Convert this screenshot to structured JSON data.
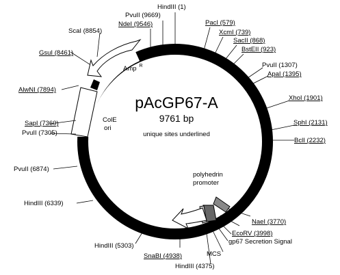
{
  "title": "pAcGP67-A",
  "size": "9761 bp",
  "note": "unique sites underlined",
  "features": {
    "amp": "Amp",
    "amp_sup": "R",
    "cole": "ColE",
    "ori": "ori",
    "polyhedrin1": "polyhedrin",
    "polyhedrin2": "promoter",
    "gp67": "gp67 Secretion Signal",
    "mcs": "MCS"
  },
  "sites": {
    "hindIII_1": "HindIII (1)",
    "pvuII_9669": "PvuII (9669)",
    "ndeI_9546": "NdeI (9546)",
    "scaI_8854": "ScaI (8854)",
    "gsuI_8461": "GsuI (8461)",
    "alwNI_7894": "AlwNI (7894)",
    "sapI_7360": "SapI (7360)",
    "pvuII_7305": "PvuII (7305)",
    "pvuII_6874": "PvuII (6874)",
    "hindIII_6339": "HindIII (6339)",
    "hindIII_5303": "HindIII (5303)",
    "snaBI_4938": "SnaBI (4938)",
    "hindIII_4375": "HindIII (4375)",
    "ecoRV_3998": "EcoRV (3998)",
    "naeI_3770": "NaeI (3770)",
    "bclI_2232": "BclI (2232)",
    "sphI_2131": "SphI (2131)",
    "xhoI_1901": "XhoI (1901)",
    "apaI_1395": "ApaI (1395)",
    "pvuII_1307": "PvuII (1307)",
    "bstEII_923": "BstEII (923)",
    "sacII_868": "SacII (868)",
    "xcmI_739": "XcmI (739)",
    "pacI_579": "PacI (579)"
  }
}
